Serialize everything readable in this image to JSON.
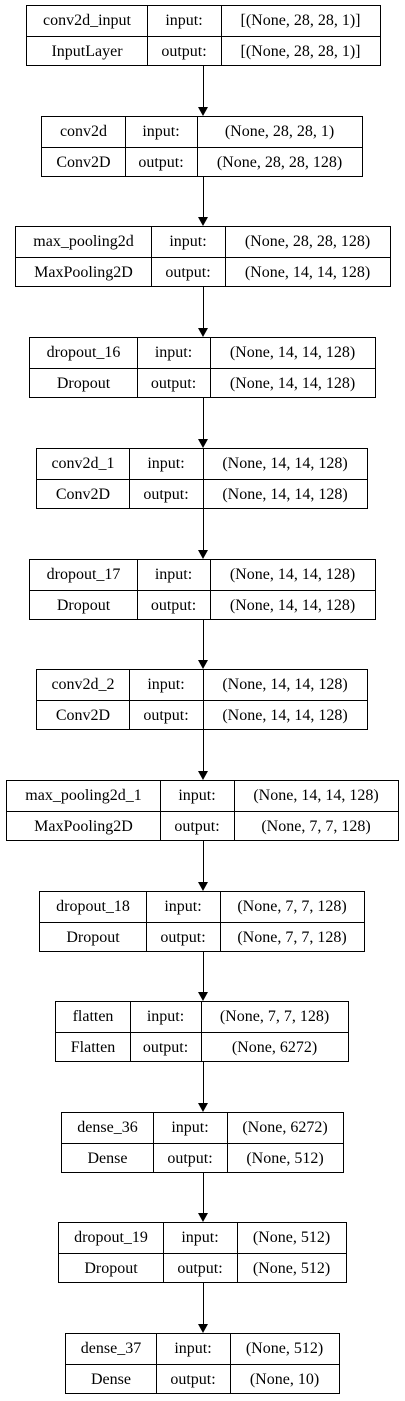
{
  "layers": [
    {
      "name": "conv2d_input",
      "type": "InputLayer",
      "input": "[(None, 28, 28, 1)]",
      "output": "[(None, 28, 28, 1)]"
    },
    {
      "name": "conv2d",
      "type": "Conv2D",
      "input": "(None, 28, 28, 1)",
      "output": "(None, 28, 28, 128)"
    },
    {
      "name": "max_pooling2d",
      "type": "MaxPooling2D",
      "input": "(None, 28, 28, 128)",
      "output": "(None, 14, 14, 128)"
    },
    {
      "name": "dropout_16",
      "type": "Dropout",
      "input": "(None, 14, 14, 128)",
      "output": "(None, 14, 14, 128)"
    },
    {
      "name": "conv2d_1",
      "type": "Conv2D",
      "input": "(None, 14, 14, 128)",
      "output": "(None, 14, 14, 128)"
    },
    {
      "name": "dropout_17",
      "type": "Dropout",
      "input": "(None, 14, 14, 128)",
      "output": "(None, 14, 14, 128)"
    },
    {
      "name": "conv2d_2",
      "type": "Conv2D",
      "input": "(None, 14, 14, 128)",
      "output": "(None, 14, 14, 128)"
    },
    {
      "name": "max_pooling2d_1",
      "type": "MaxPooling2D",
      "input": "(None, 14, 14, 128)",
      "output": "(None, 7, 7, 128)"
    },
    {
      "name": "dropout_18",
      "type": "Dropout",
      "input": "(None, 7, 7, 128)",
      "output": "(None, 7, 7, 128)"
    },
    {
      "name": "flatten",
      "type": "Flatten",
      "input": "(None, 7, 7, 128)",
      "output": "(None, 6272)"
    },
    {
      "name": "dense_36",
      "type": "Dense",
      "input": "(None, 6272)",
      "output": "(None, 512)"
    },
    {
      "name": "dropout_19",
      "type": "Dropout",
      "input": "(None, 512)",
      "output": "(None, 512)"
    },
    {
      "name": "dense_37",
      "type": "Dense",
      "input": "(None, 512)",
      "output": "(None, 10)"
    }
  ],
  "labels": {
    "input": "input:",
    "output": "output:"
  }
}
